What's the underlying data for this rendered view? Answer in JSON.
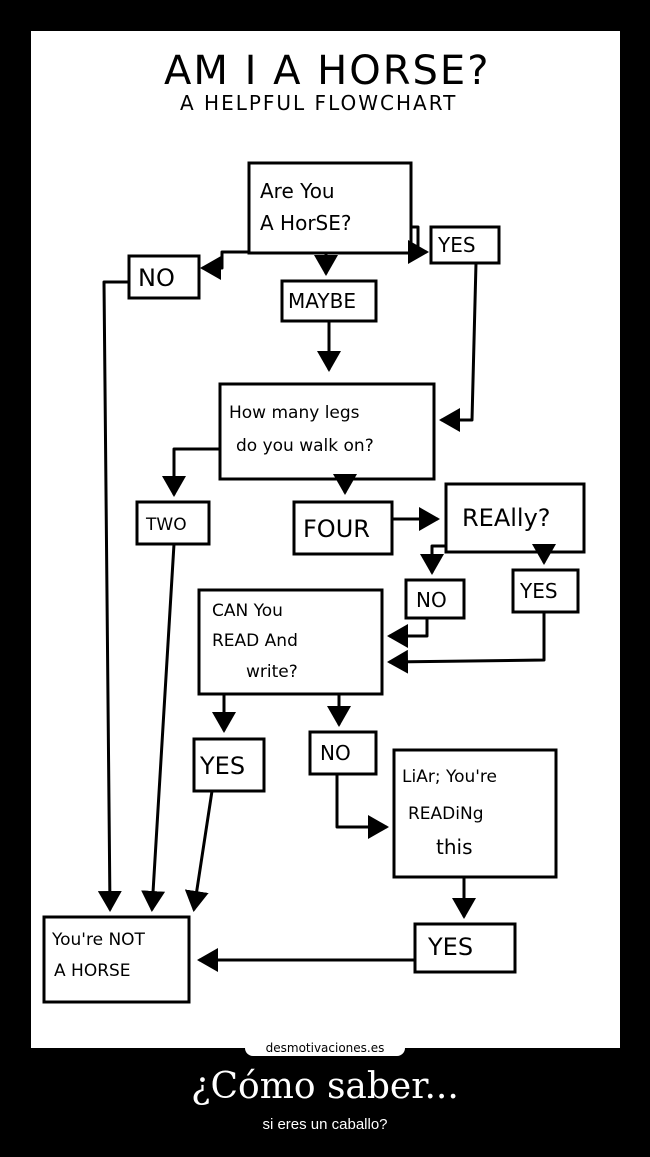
{
  "flowchart": {
    "title": "AM I A HORSE?",
    "subtitle": "A HELPFUL FLOWCHART",
    "nodes": {
      "are_you_horse": [
        "Are You",
        "A HorSE?"
      ],
      "no_top": "NO",
      "maybe": "MAYBE",
      "yes_top": "YES",
      "how_many_legs": [
        "How many legs",
        "do you walk on?"
      ],
      "two": "TWO",
      "four": "FOUR",
      "really": "REAlly?",
      "no_really": "NO",
      "yes_really": "YES",
      "read_write": [
        "CAN You",
        "READ And",
        "write?"
      ],
      "yes_read": "YES",
      "no_read": "NO",
      "liar": [
        "LiAr; You're",
        "READiNg",
        "this"
      ],
      "yes_bottom": "YES",
      "not_horse": [
        "You're NOT",
        "A HORSE"
      ]
    }
  },
  "watermark": "desmotivaciones.es",
  "caption": {
    "title": "¿Cómo saber...",
    "subtitle": "si eres un caballo?"
  }
}
